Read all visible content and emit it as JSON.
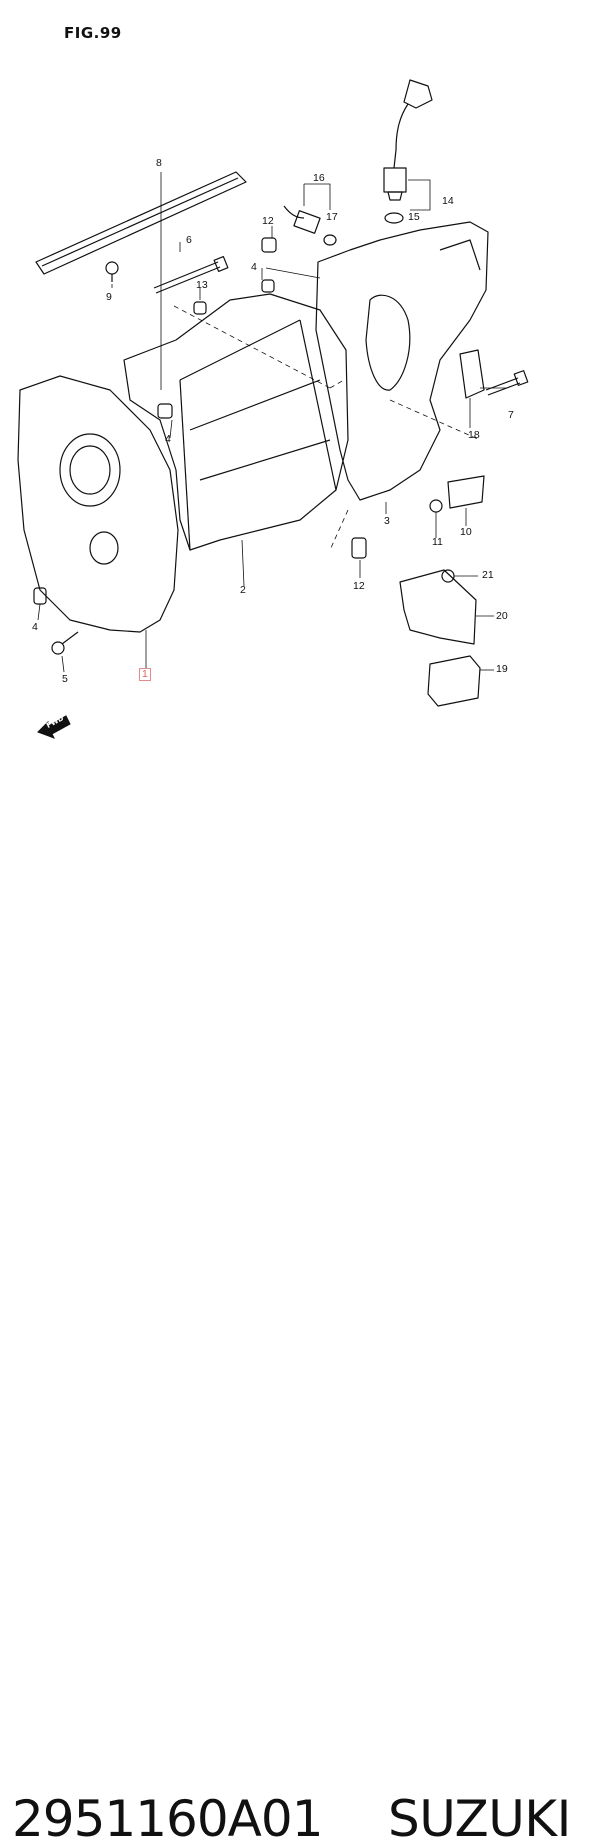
{
  "figure": {
    "title": "FIG.99"
  },
  "callouts": [
    {
      "id": "c8",
      "label": "8"
    },
    {
      "id": "c16",
      "label": "16"
    },
    {
      "id": "c14",
      "label": "14"
    },
    {
      "id": "c12a",
      "label": "12"
    },
    {
      "id": "c17",
      "label": "17"
    },
    {
      "id": "c15",
      "label": "15"
    },
    {
      "id": "c6",
      "label": "6"
    },
    {
      "id": "c4a",
      "label": "4"
    },
    {
      "id": "c9",
      "label": "9"
    },
    {
      "id": "c13",
      "label": "13"
    },
    {
      "id": "c7",
      "label": "7"
    },
    {
      "id": "c18",
      "label": "18"
    },
    {
      "id": "c4b",
      "label": "4"
    },
    {
      "id": "c3",
      "label": "3"
    },
    {
      "id": "c11",
      "label": "11"
    },
    {
      "id": "c10",
      "label": "10"
    },
    {
      "id": "c2",
      "label": "2"
    },
    {
      "id": "c12b",
      "label": "12"
    },
    {
      "id": "c21",
      "label": "21"
    },
    {
      "id": "c20",
      "label": "20"
    },
    {
      "id": "c4c",
      "label": "4"
    },
    {
      "id": "c19",
      "label": "19"
    },
    {
      "id": "c5",
      "label": "5"
    },
    {
      "id": "c1",
      "label": "1"
    }
  ],
  "direction_marker": {
    "label": "FWD",
    "icon": "fwd-arrow-icon"
  },
  "footer": {
    "part_number": "2951160A01",
    "brand": "SUZUKI"
  },
  "colors": {
    "line": "#111111",
    "highlight_box": "#e58a8a"
  }
}
